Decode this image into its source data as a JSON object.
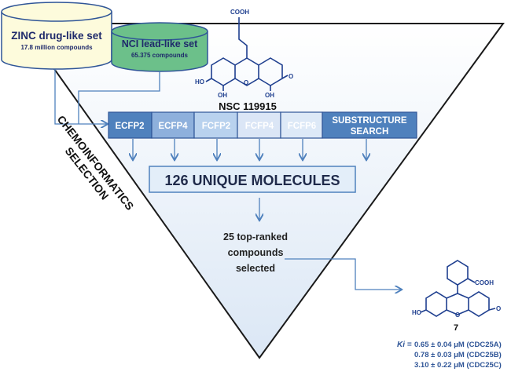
{
  "sources": [
    {
      "title": "ZINC drug-like set",
      "subtitle": "17.8 million compounds",
      "fill": "#fdfbdc"
    },
    {
      "title": "NCI lead-like set",
      "subtitle": "65.375 compounds",
      "fill": "#6cc08a"
    }
  ],
  "side_label": {
    "line1": "CHEMOINFORMATICS",
    "line2": "SELECTION"
  },
  "query": {
    "label": "NSC 119915",
    "cooh": "COOH",
    "ho": "HO",
    "oh": "OH",
    "o": "O"
  },
  "methods": [
    {
      "label": "ECFP2",
      "fill": "#4f81bd"
    },
    {
      "label": "ECFP4",
      "fill": "#8eb0dc"
    },
    {
      "label": "FCFP2",
      "fill": "#b9d2ee"
    },
    {
      "label": "FCFP4",
      "fill": "#dbe6f6"
    },
    {
      "label": "FCFP6",
      "fill": "#dde9f7"
    },
    {
      "label": "SUBSTRUCTURE",
      "label2": "SEARCH",
      "fill": "#4f81bd"
    }
  ],
  "unique": "126 UNIQUE MOLECULES",
  "selected": {
    "line1": "25 top-ranked",
    "line2": "compounds",
    "line3": "selected"
  },
  "hit": {
    "label": "7",
    "cooh": "COOH",
    "ho": "HO",
    "o": "O",
    "ki_label": "Ki =",
    "ki": [
      "0.65 ± 0.04 μM (CDC25A)",
      "0.78 ± 0.03 μM (CDC25B)",
      "3.10 ± 0.22 μM (CDC25C)"
    ]
  },
  "colors": {
    "arrow": "#4f81bd",
    "text": "#1f3864",
    "mol": "#1f3f8f"
  }
}
